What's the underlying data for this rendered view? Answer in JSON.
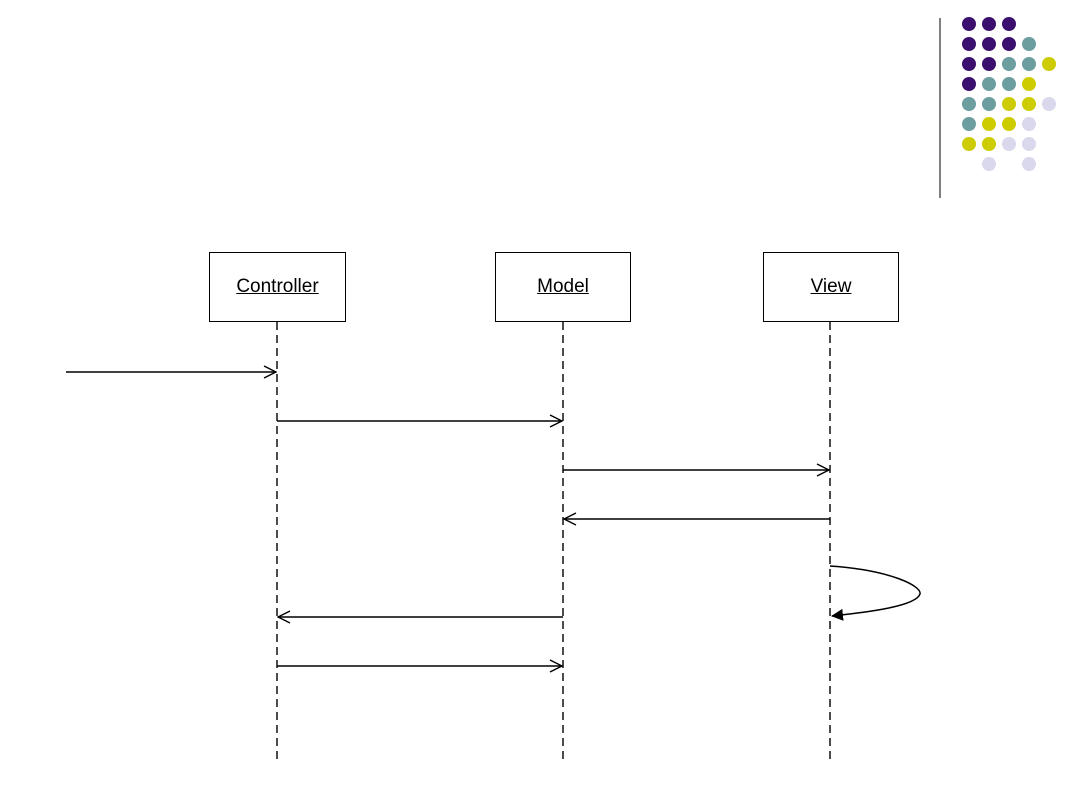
{
  "colors": {
    "purple": "#3b0f6e",
    "teal": "#6c9d9f",
    "yellow": "#cccc00",
    "lavender": "#d9d8ec",
    "line": "#000000"
  },
  "participants": [
    {
      "id": "controller",
      "label": "Controller"
    },
    {
      "id": "model",
      "label": "Model"
    },
    {
      "id": "view",
      "label": "View"
    }
  ],
  "messages": [
    {
      "from": "external",
      "to": "controller"
    },
    {
      "from": "controller",
      "to": "model"
    },
    {
      "from": "model",
      "to": "view"
    },
    {
      "from": "view",
      "to": "model"
    },
    {
      "from": "view",
      "to": "view"
    },
    {
      "from": "model",
      "to": "controller"
    },
    {
      "from": "controller",
      "to": "model"
    }
  ],
  "dot_grid": [
    [
      "purple",
      "purple",
      "purple",
      null,
      null
    ],
    [
      "purple",
      "purple",
      "purple",
      "teal",
      null
    ],
    [
      "purple",
      "purple",
      "teal",
      "teal",
      "yellow"
    ],
    [
      "purple",
      "teal",
      "teal",
      "yellow",
      null
    ],
    [
      "teal",
      "teal",
      "yellow",
      "yellow",
      "lavender"
    ],
    [
      "teal",
      "yellow",
      "yellow",
      "lavender",
      null
    ],
    [
      "yellow",
      "yellow",
      "lavender",
      "lavender",
      null
    ],
    [
      null,
      "lavender",
      null,
      "lavender",
      null
    ]
  ]
}
